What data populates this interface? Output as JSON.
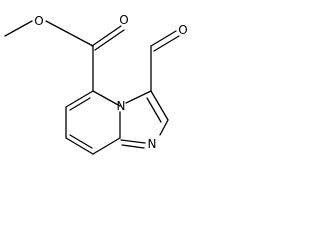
{
  "molecule": {
    "atoms": {
      "ester_methyl_oxygen": "O",
      "ester_carbonyl_oxygen": "O",
      "aldehyde_oxygen": "O",
      "bridgehead_nitrogen": "N",
      "ring_nitrogen": "N"
    },
    "colors": {
      "bond": "#000000",
      "label": "#000000",
      "background": "#ffffff"
    }
  }
}
